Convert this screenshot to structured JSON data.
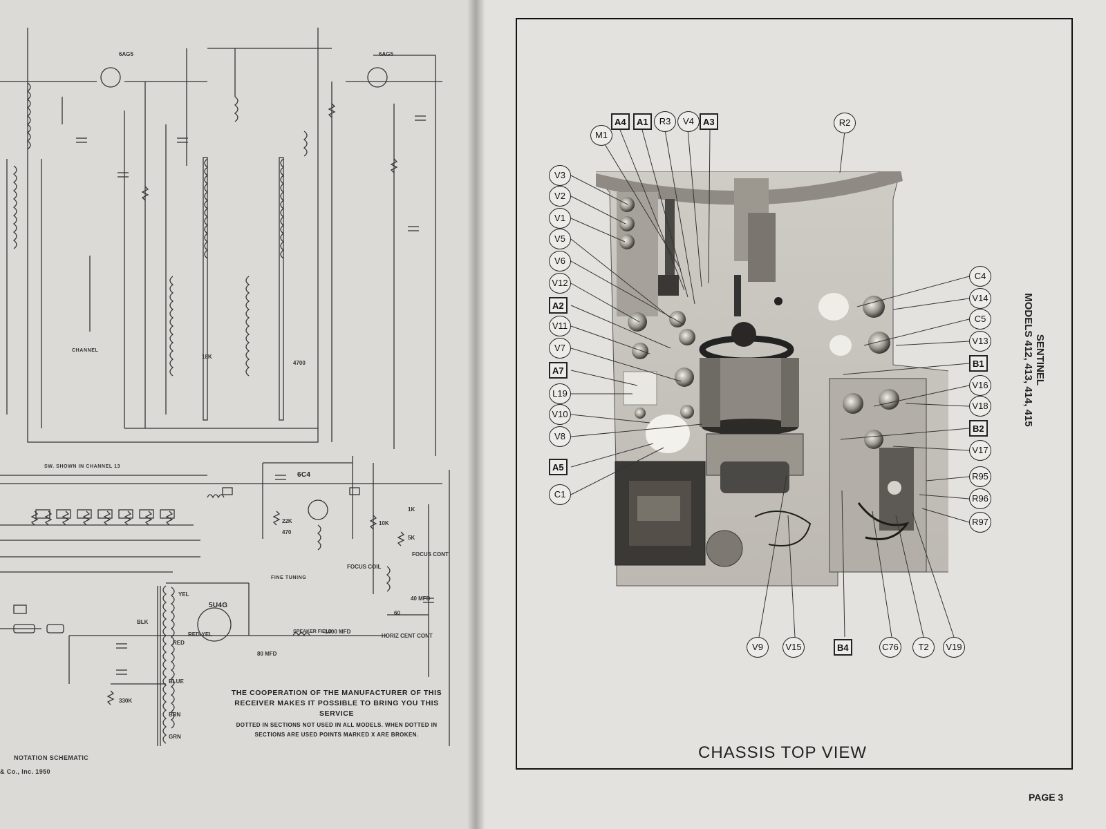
{
  "left_page": {
    "cooperation_text": "THE COOPERATION OF THE MANUFACTURER OF THIS RECEIVER MAKES IT POSSIBLE TO BRING YOU THIS SERVICE",
    "dotted_note": "DOTTED IN SECTIONS NOT USED IN ALL MODELS. WHEN DOTTED IN SECTIONS ARE USED POINTS MARKED X ARE BROKEN.",
    "footer_line_1": "NOTATION SCHEMATIC",
    "footer_line_2": "& Co., Inc. 1950",
    "sw_shown": "SW. SHOWN IN CHANNEL 13",
    "channel": "CHANNEL",
    "fine_tuning": "FINE TUNING",
    "speaker_field": "SPEAKER FIELD",
    "rect_tube": "5U4G",
    "osc_tube": "6C4",
    "tube_labels": [
      "6AG5",
      "6AG5"
    ],
    "component_labels": [
      "18K",
      "4700",
      "22K",
      "470",
      "1K",
      "10K",
      "5K",
      "60",
      "40 MFD",
      "80 MFD",
      "1000 MFD",
      "330K",
      "FOCUS COIL",
      "FOCUS CONT",
      "HORIZ CENT CONT",
      "YEL",
      "BLK",
      "RED",
      "RED-YEL",
      "BLUE",
      "BRN",
      "GRN"
    ]
  },
  "right_page": {
    "title": "CHASSIS TOP VIEW",
    "brand": "SENTINEL",
    "models": "MODELS 412, 413, 414, 415",
    "page": "PAGE 3",
    "top_callouts": [
      "A4",
      "A1",
      "R3",
      "V4",
      "A3",
      "M1",
      "R2"
    ],
    "left_callouts": [
      "V3",
      "V2",
      "V1",
      "V5",
      "V6",
      "V12",
      "A2",
      "V11",
      "V7",
      "A7",
      "L19",
      "V10",
      "V8",
      "A5",
      "C1"
    ],
    "right_callouts": [
      "C4",
      "V14",
      "C5",
      "V13",
      "B1",
      "V16",
      "V18",
      "B2",
      "V17",
      "R95",
      "R96",
      "R97"
    ],
    "bottom_callouts": [
      "V9",
      "V15",
      "B4",
      "C76",
      "T2",
      "V19"
    ]
  },
  "colors": {
    "paper_left": "#dcdad6",
    "paper_right": "#e4e2de",
    "ink": "#222222",
    "background": "#b9b6b0"
  }
}
